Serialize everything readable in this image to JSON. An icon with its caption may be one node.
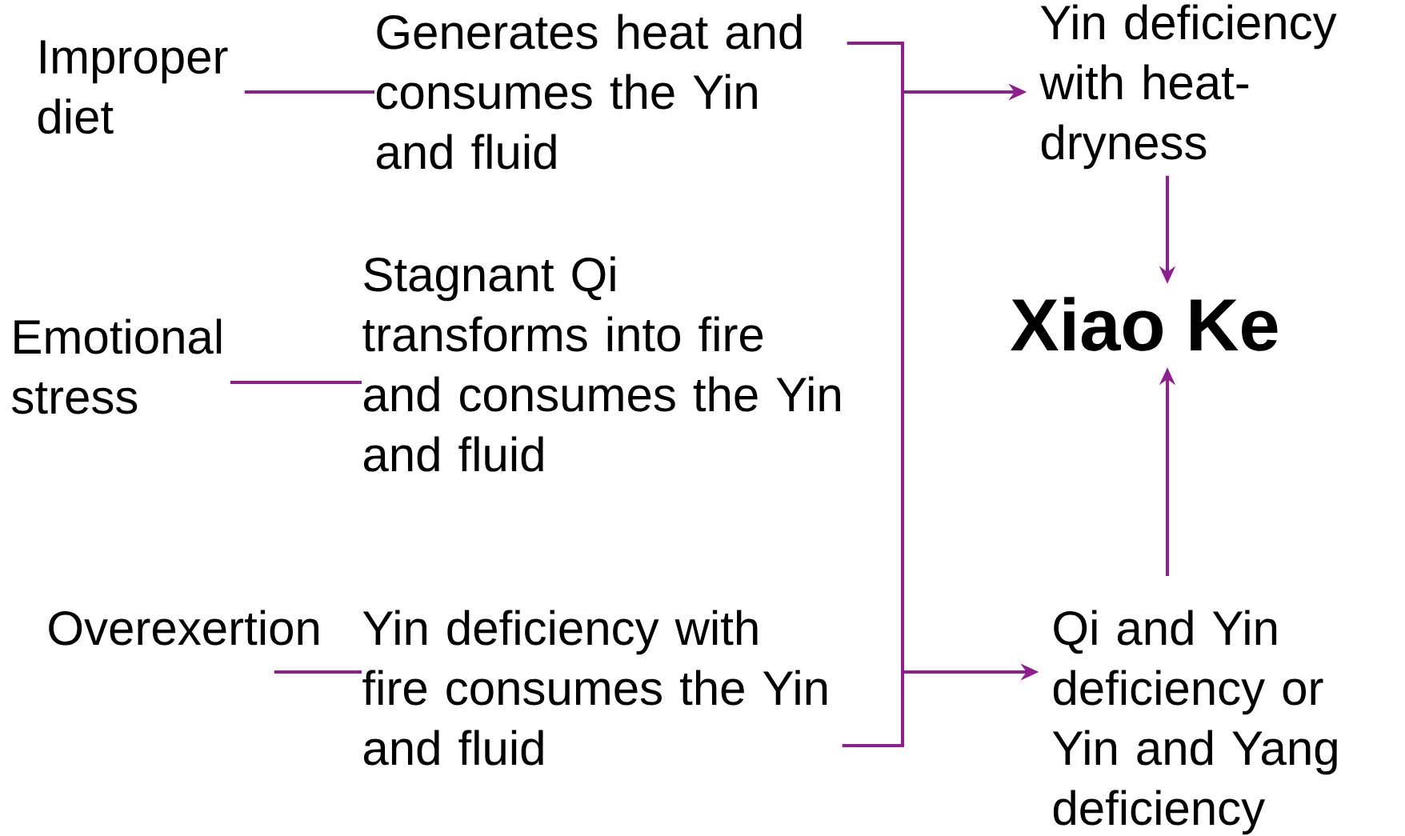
{
  "diagram": {
    "nodes": [
      {
        "text": [
          "Improper diet"
        ]
      },
      {
        "text": [
          "Generates heat and consumes the Yin and fluid"
        ]
      },
      {
        "text": [
          "Emotional stress"
        ]
      },
      {
        "text": [
          "Stagnant Qi transforms into fire and consumes the Yin and fluid"
        ]
      },
      {
        "text": [
          "Overexertion"
        ]
      },
      {
        "text": [
          "Yin deficiency with heat-dryness"
        ]
      },
      {
        "text": [
          "Xiao Ke"
        ]
      },
      {
        "text": [
          "Qi and Yin deficiency or Yin and Yang deficiency"
        ]
      },
      {
        "text": [
          "Yin deficiency with fire consumes the Yin and fluid"
        ]
      }
    ],
    "edges": [
      {
        "from": 0,
        "to": 1,
        "arrow": "none"
      },
      {
        "from": 2,
        "to": 3,
        "arrow": "none"
      },
      {
        "from": 4,
        "to": 8,
        "arrow": "none"
      },
      {
        "from": 1,
        "to": 5,
        "arrow": "to"
      },
      {
        "from": 1,
        "to": 7,
        "arrow": "to"
      },
      {
        "from": 8,
        "to": 5,
        "arrow": "to"
      },
      {
        "from": 8,
        "to": 7,
        "arrow": "to"
      },
      {
        "from": 5,
        "to": 6,
        "arrow": "to"
      },
      {
        "from": 7,
        "to": 6,
        "arrow": "to"
      }
    ]
  }
}
